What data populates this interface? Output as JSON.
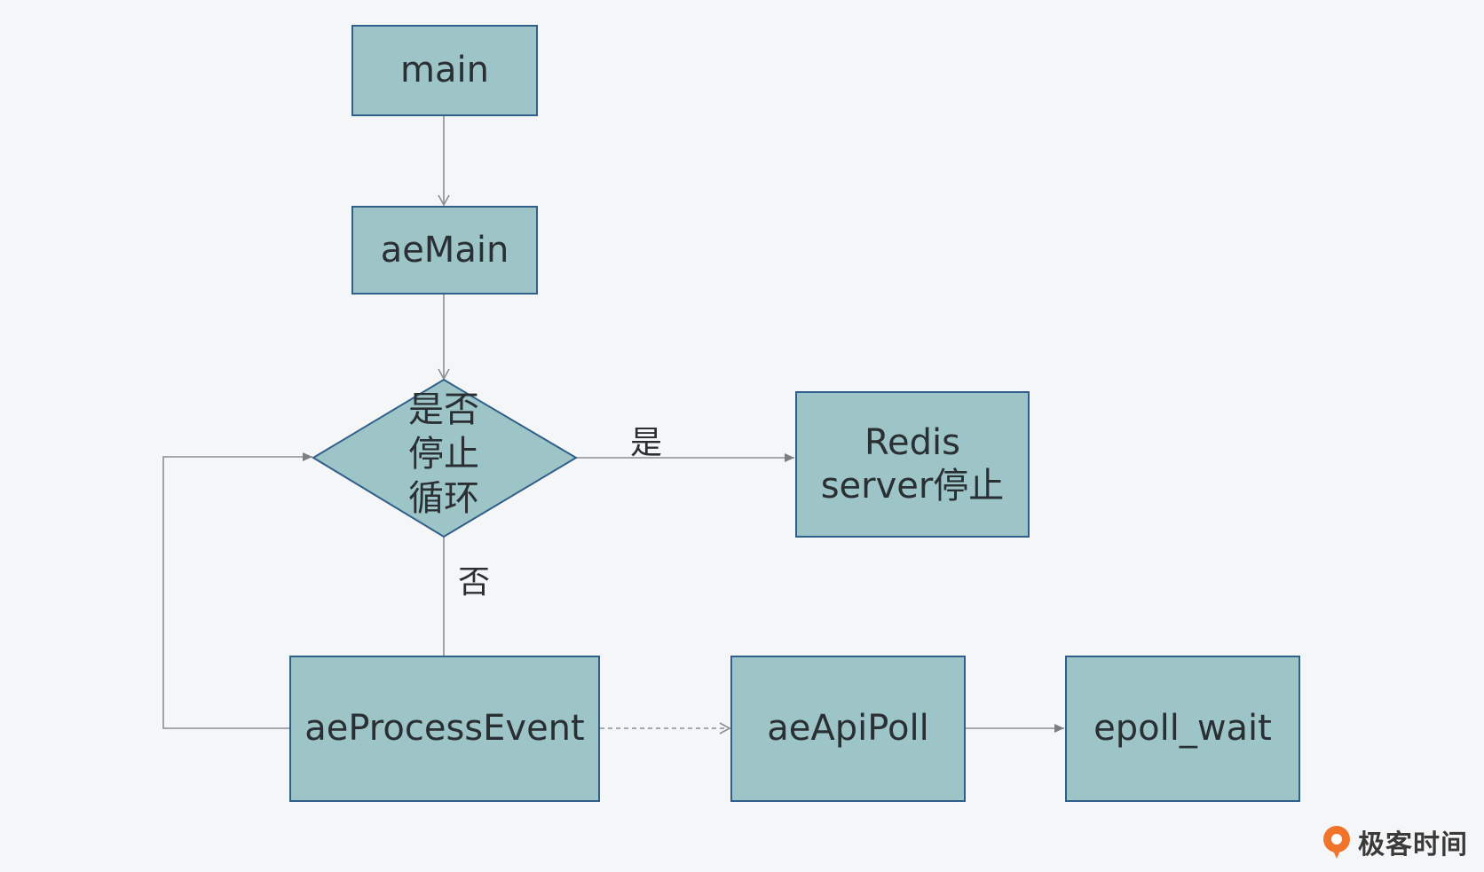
{
  "diagram": {
    "nodes": {
      "main": "main",
      "aeMain": "aeMain",
      "decision": "是否\n停止\n循环",
      "redis_stop": "Redis\nserver停止",
      "aeProcessEvent": "aeProcessEvent",
      "aeApiPoll": "aeApiPoll",
      "epoll_wait": "epoll_wait"
    },
    "edge_labels": {
      "yes": "是",
      "no": "否"
    }
  },
  "brand": {
    "name": "极客时间",
    "logo_icon": "geektime-logo-icon"
  },
  "colors": {
    "node_fill": "#9dc4c6",
    "node_border": "#2f5f8a",
    "edge": "#8a8f94",
    "brand_orange": "#f0742c"
  }
}
